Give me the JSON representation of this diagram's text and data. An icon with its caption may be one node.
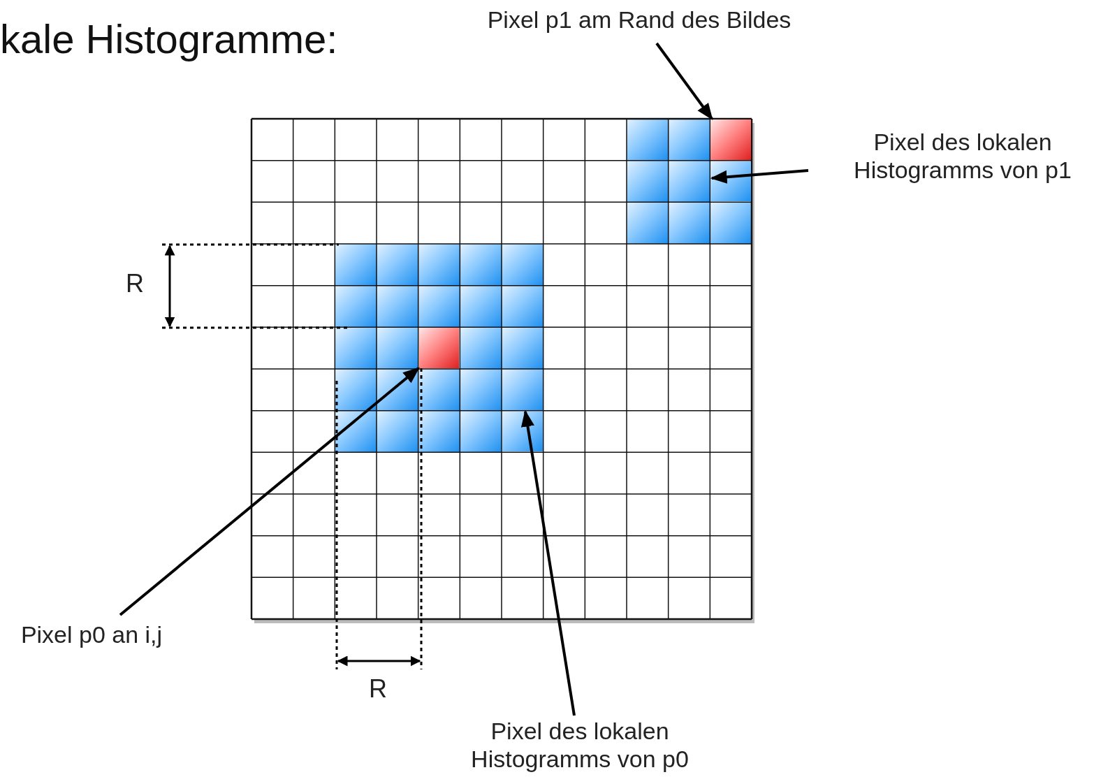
{
  "diagram": {
    "title": "kale Histogramme:",
    "nodes": [
      {
        "text": [
          "Pixel p1 am Rand des Bildes"
        ]
      },
      {
        "text": [],
        "shape": "box"
      },
      {
        "text": [
          "Pixel des lokalen Histogramms von p1"
        ]
      },
      {
        "text": [],
        "shape": "box"
      },
      {
        "text": [],
        "shape": "box"
      },
      {
        "text": [
          "Pixel p0 an i,j"
        ]
      },
      {
        "text": [],
        "shape": "box"
      },
      {
        "text": [
          "Pixel des lokalen Histogramms von p0"
        ]
      }
    ],
    "edges": [
      {
        "from": 0,
        "to": 1,
        "arrow": "to"
      },
      {
        "from": 2,
        "to": 3,
        "arrow": "to"
      },
      {
        "from": 5,
        "to": 4,
        "arrow": "to"
      },
      {
        "from": 7,
        "to": 6,
        "arrow": "to"
      }
    ],
    "labels": [
      "R",
      "R"
    ]
  }
}
